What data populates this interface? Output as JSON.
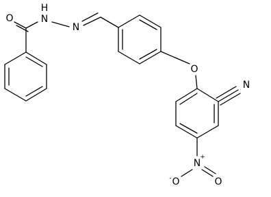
{
  "molecule": {
    "atoms": {
      "o_carbonyl": "O",
      "n_hydrazide": "N",
      "h_hydrazide": "H",
      "n_imine": "N",
      "o_ether": "O",
      "n_nitrile": "N",
      "n_nitro": "N",
      "o_nitro_minus": "O",
      "minus_sign": "-",
      "o_nitro_double": "O",
      "plus_sign": "+"
    }
  }
}
